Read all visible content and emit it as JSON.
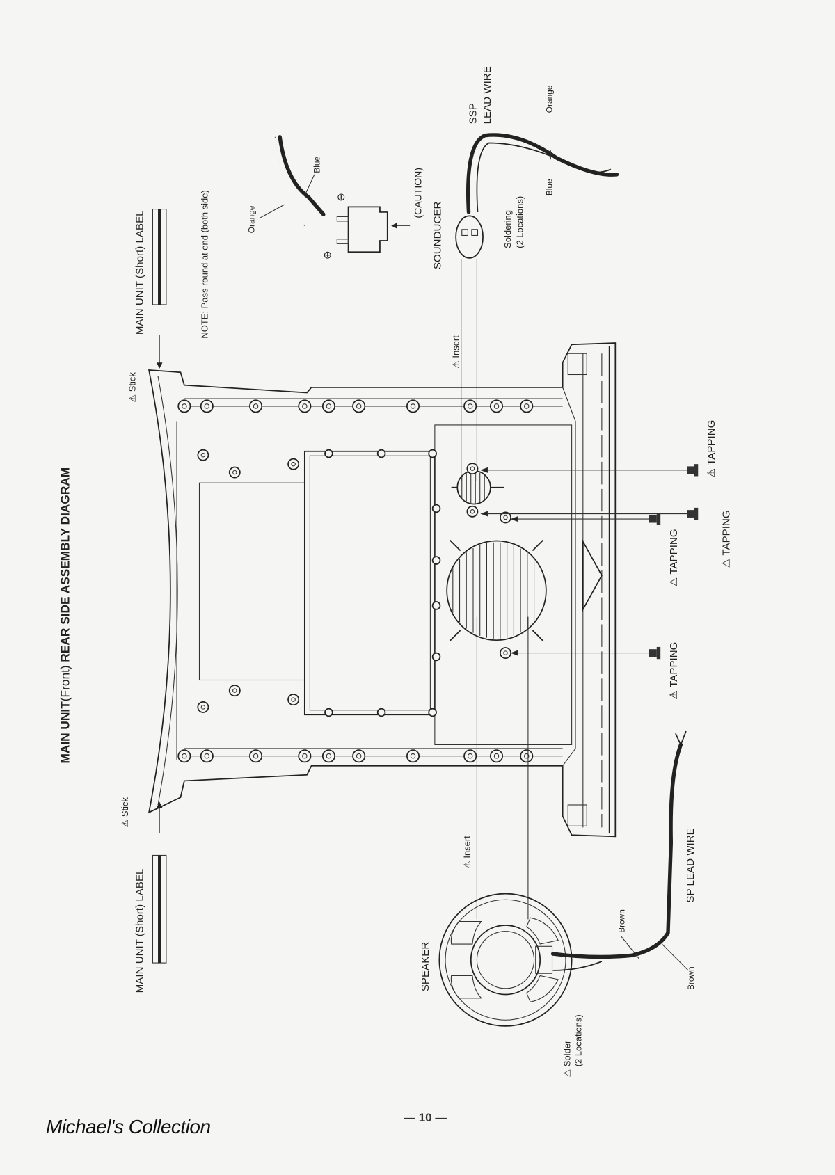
{
  "title": {
    "prefix": "MAIN UNIT",
    "front": "(Front)",
    "main": "REAR SIDE ASSEMBLY DIAGRAM"
  },
  "labels": {
    "short_label_top": "MAIN UNIT (Short) LABEL",
    "short_label_bottom": "MAIN UNIT (Short) LABEL",
    "stick_top": "Stick",
    "stick_bottom": "Stick",
    "note": "NOTE:  Pass round at end (both side)",
    "orange_1": "Orange",
    "blue_1": "Blue",
    "plus": "⊕",
    "minus": "⊖",
    "caution": "(CAUTION)",
    "sounducer": "SOUNDUCER",
    "ssp_1": "SSP",
    "ssp_2": "LEAD WIRE",
    "orange_2": "Orange",
    "blue_2": "Blue",
    "soldering_1": "Soldering",
    "soldering_2": "(2 Locations)",
    "insert_top": "Insert",
    "insert_bottom": "Insert",
    "tapping_1": "TAPPING",
    "tapping_2": "TAPPING",
    "tapping_3": "TAPPING",
    "tapping_4": "TAPPING",
    "speaker": "SPEAKER",
    "solder_1": "Solder",
    "solder_2": "(2 Locations)",
    "brown_1": "Brown",
    "brown_2": "Brown",
    "sp_lead_wire": "SP LEAD WIRE",
    "warning_symbol": "⚠"
  },
  "page_number": "— 10 —",
  "footer": "Michael's Collection"
}
